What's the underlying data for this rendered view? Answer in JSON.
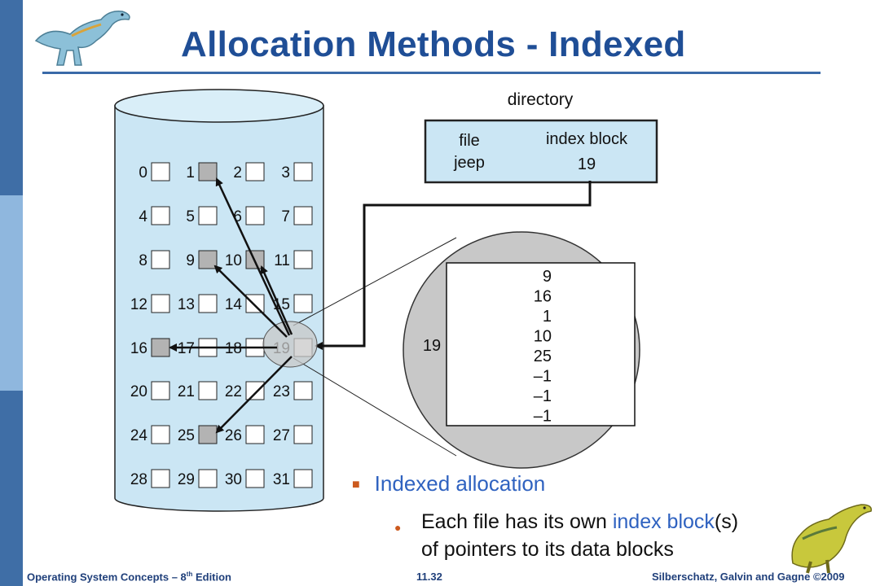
{
  "slide": {
    "title": "Allocation Methods - Indexed"
  },
  "diagram": {
    "directory_label": "directory",
    "file_header": "file",
    "index_header": "index block",
    "file_name": "jeep",
    "file_index_block": "19",
    "blocks": [
      "0",
      "1",
      "2",
      "3",
      "4",
      "5",
      "6",
      "7",
      "8",
      "9",
      "10",
      "11",
      "12",
      "13",
      "14",
      "15",
      "16",
      "17",
      "18",
      "19",
      "20",
      "21",
      "22",
      "23",
      "24",
      "25",
      "26",
      "27",
      "28",
      "29",
      "30",
      "31"
    ],
    "used_blocks": [
      1,
      9,
      10,
      16,
      25
    ],
    "index_block_number": "19",
    "index_block_entries": [
      "9",
      "16",
      "1",
      "10",
      "25",
      "–1",
      "–1",
      "–1"
    ]
  },
  "bullets": {
    "main": "Indexed allocation",
    "sub_prefix": "Each file has its own ",
    "sub_highlight": "index block",
    "sub_suffix": "(s)",
    "sub_line2": "of pointers to its data blocks"
  },
  "footer": {
    "left_prefix": "Operating System Concepts  – 8",
    "left_sup": "th",
    "left_suffix": " Edition",
    "center": "11.32",
    "right": "Silberschatz, Galvin and Gagne ©2009"
  },
  "colors": {
    "sidebar_dark": "#3f6ea6",
    "sidebar_light": "#8fb7de",
    "title": "#1f4e96",
    "accent_blue": "#2f62c0",
    "disk_fill": "#cbe6f4",
    "magnifier_fill": "#c8c8c8",
    "bullet_mark": "#cc5a1e"
  }
}
